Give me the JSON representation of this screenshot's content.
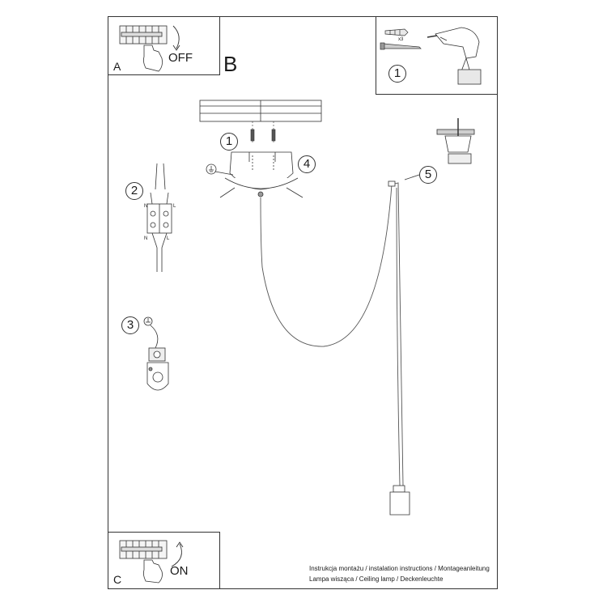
{
  "panels": {
    "a": {
      "letter": "A",
      "switch_label": "OFF"
    },
    "b": {
      "letter": "B"
    },
    "c": {
      "letter": "C",
      "switch_label": "ON"
    }
  },
  "tools": {
    "quantity": "x3",
    "step": "1"
  },
  "steps": {
    "screws": "1",
    "wiring": "2",
    "ground": "3",
    "canopy": "4",
    "hook": "5"
  },
  "wiring_labels": {
    "neutral_top": "N",
    "live_top": "L",
    "neutral_bottom": "N",
    "live_bottom": "L"
  },
  "footer": {
    "line1": "Instrukcja montażu / instalation instructions / Montageanleitung",
    "line2": "Lampa wisząca / Ceiling lamp / Deckenleuchte"
  }
}
